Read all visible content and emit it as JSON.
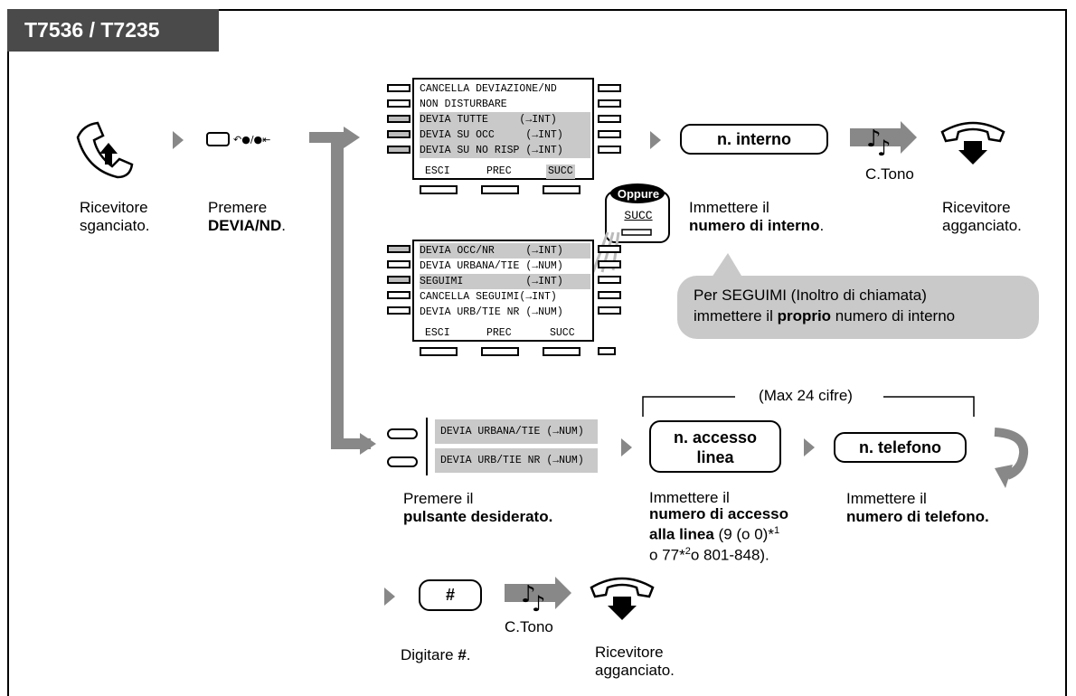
{
  "header": {
    "title": "T7536 / T7235"
  },
  "steps": {
    "off_hook": "Ricevitore\nsganciato.",
    "press_fwd_a": "Premere",
    "press_fwd_b": "DEVIA/ND",
    "press_fwd_c": "."
  },
  "display1": {
    "rows": [
      "CANCELLA DEVIAZIONE/ND",
      "NON DISTURBARE",
      "DEVIA TUTTE     (→INT)",
      "DEVIA SU OCC     (→INT)",
      "DEVIA SU NO RISP (→INT)"
    ],
    "soft": [
      "ESCI",
      "PREC",
      "SUCC"
    ]
  },
  "oppure": {
    "badge": "Oppure",
    "label": "SUCC"
  },
  "display2": {
    "rows": [
      "DEVIA OCC/NR     (→INT)",
      "DEVIA URBANA/TIE (→NUM)",
      "SEGUIMI          (→INT)",
      "CANCELLA SEGUIMI(→INT)",
      "DEVIA URB/TIE NR (→NUM)"
    ],
    "soft": [
      "ESCI",
      "PREC",
      "SUCC"
    ]
  },
  "ext": {
    "pill": "n. interno",
    "cap_a": "Immettere il",
    "cap_b": "numero di interno",
    "cap_c": "."
  },
  "tone1": "C.Tono",
  "onhook1": "Ricevitore\nagganciato.",
  "bubble": {
    "line1": "Per SEGUIMI (Inoltro di chiamata)",
    "line2_a": "immettere il ",
    "line2_b": "proprio",
    "line2_c": " numero di interno"
  },
  "buttons": {
    "b1": "DEVIA URBANA/TIE (→NUM)",
    "b2": "DEVIA URB/TIE NR (→NUM)",
    "cap_a": "Premere il",
    "cap_b": "pulsante desiderato."
  },
  "max": "(Max 24 cifre)",
  "access": {
    "pill_a": "n. accesso",
    "pill_b": "linea",
    "cap_a": "Immettere il",
    "cap_b": "numero di accesso",
    "cap_c": "alla linea",
    "cap_d": " (9 (o 0)*",
    "sup1": "1",
    "cap_e": "o 77*",
    "sup2": "2",
    "cap_f": "o 801-848)."
  },
  "phone": {
    "pill": "n. telefono",
    "cap_a": "Immettere il",
    "cap_b": "numero di telefono."
  },
  "hash": {
    "pill": "#",
    "cap_a": "Digitare ",
    "cap_b": "#",
    "cap_c": "."
  },
  "tone2": "C.Tono",
  "onhook2": "Ricevitore\nagganciato."
}
